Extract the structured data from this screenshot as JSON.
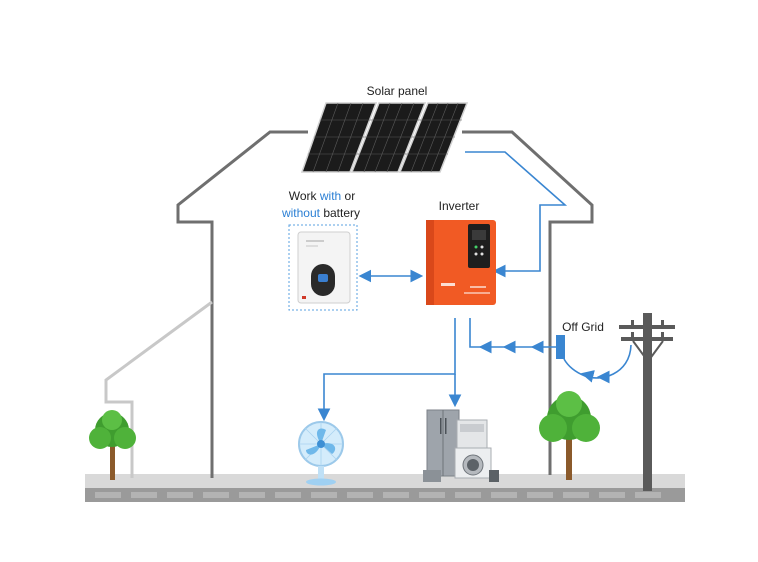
{
  "labels": {
    "solar_panel": "Solar panel",
    "battery_line1_prefix": "Work ",
    "battery_line1_highlight": "with",
    "battery_line1_suffix": " or",
    "battery_line2_highlight": "without",
    "battery_line2_suffix": " battery",
    "inverter": "Inverter",
    "off_grid": "Off Grid"
  },
  "colors": {
    "house_outline": "#6f6f6f",
    "flow_line": "#3a86d1",
    "highlight_text": "#2a7fd4",
    "inverter_body": "#f15a24",
    "ground": "#9a9a9a"
  },
  "icons": {
    "solar": "solar-panel-icon",
    "battery": "battery-unit-icon",
    "inverter": "inverter-icon",
    "fan": "fan-icon",
    "appliances": "appliances-icon",
    "pole": "utility-pole-icon",
    "tree": "tree-icon"
  }
}
